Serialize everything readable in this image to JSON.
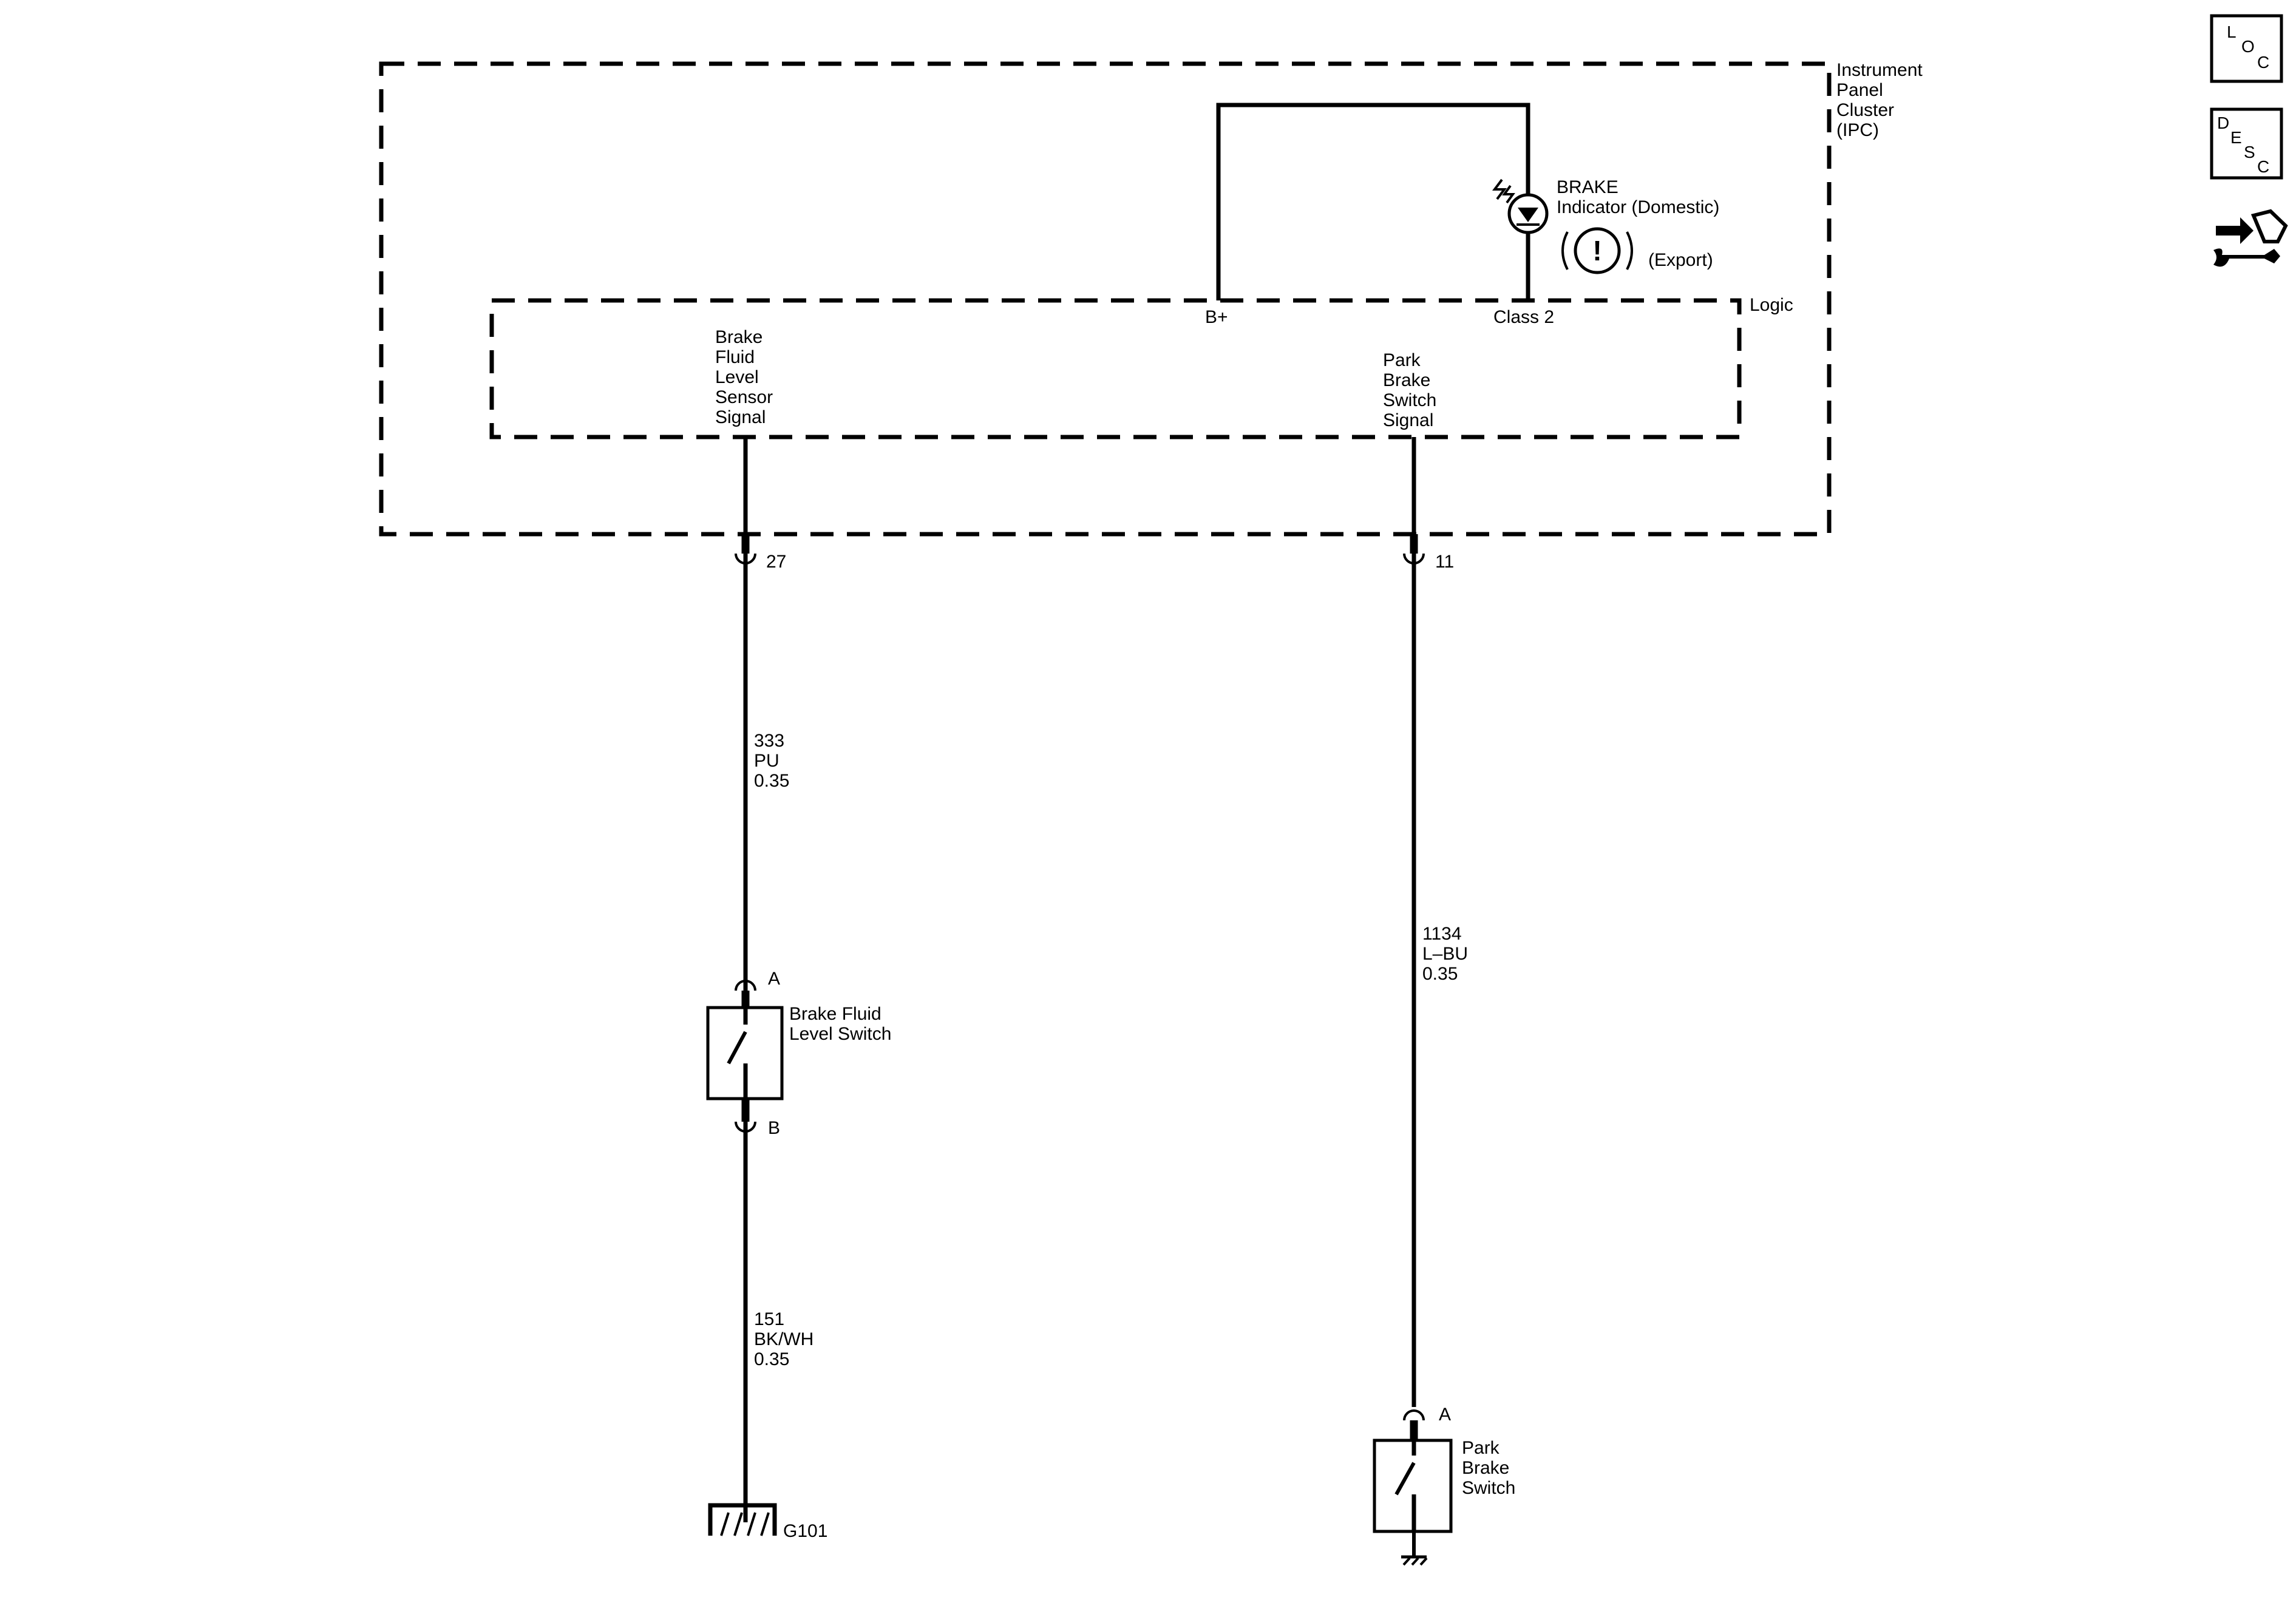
{
  "ipc_module": {
    "name_lines": [
      "Instrument",
      "Panel",
      "Cluster",
      "(IPC)"
    ]
  },
  "logic_block": {
    "label": "Logic",
    "bplus": "B+",
    "class2": "Class 2",
    "brake_fluid_signal_lines": [
      "Brake",
      "Fluid",
      "Level",
      "Sensor",
      "Signal"
    ],
    "park_brake_signal_lines": [
      "Park",
      "Brake",
      "Switch",
      "Signal"
    ]
  },
  "indicator": {
    "title": "BRAKE",
    "domestic": "Indicator (Domestic)",
    "export": "(Export)",
    "symbol": "!"
  },
  "connectors": {
    "pin_27": "27",
    "pin_11": "11",
    "fluid_switch_a": "A",
    "fluid_switch_b": "B",
    "park_switch_a": "A"
  },
  "wires": {
    "w333": {
      "circuit": "333",
      "color": "PU",
      "gauge": "0.35"
    },
    "w151": {
      "circuit": "151",
      "color": "BK/WH",
      "gauge": "0.35"
    },
    "w1134": {
      "circuit": "1134",
      "color": "L–BU",
      "gauge": "0.35"
    }
  },
  "components": {
    "brake_fluid_switch_lines": [
      "Brake Fluid",
      "Level Switch"
    ],
    "park_brake_switch_lines": [
      "Park",
      "Brake",
      "Switch"
    ],
    "ground": "G101"
  },
  "nav_icons": {
    "loc": [
      "L",
      "O",
      "C"
    ],
    "desc": [
      "D",
      "E",
      "S",
      "C"
    ],
    "connector_icon": "connector-wrench-icon"
  }
}
